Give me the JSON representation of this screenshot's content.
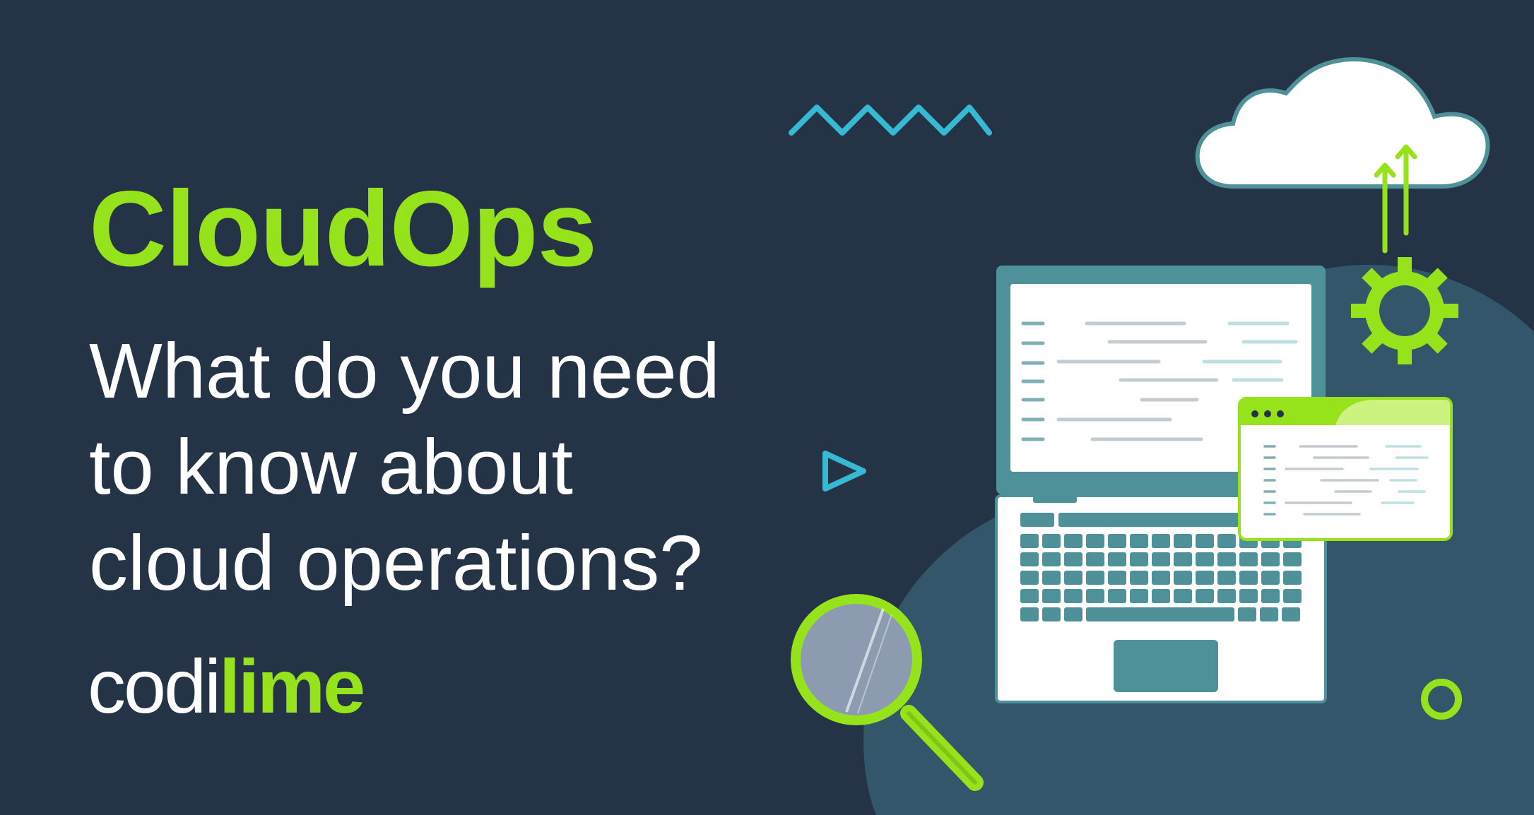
{
  "heading": {
    "kicker": "CloudOps",
    "lines": [
      "What do you need",
      "to know about",
      "cloud operations?"
    ]
  },
  "brand": {
    "part1": "codi",
    "part2": "lime"
  },
  "colors": {
    "background": "#243346",
    "accent_green": "#97e31b",
    "accent_cyan": "#36b9d3",
    "teal": "#4f9199",
    "blob": "#34566a"
  },
  "icons": [
    "zigzag-icon",
    "play-triangle-icon",
    "cloud-icon",
    "upload-arrows-icon",
    "gear-icon",
    "laptop-icon",
    "browser-window-icon",
    "magnifier-icon",
    "ring-icon"
  ]
}
